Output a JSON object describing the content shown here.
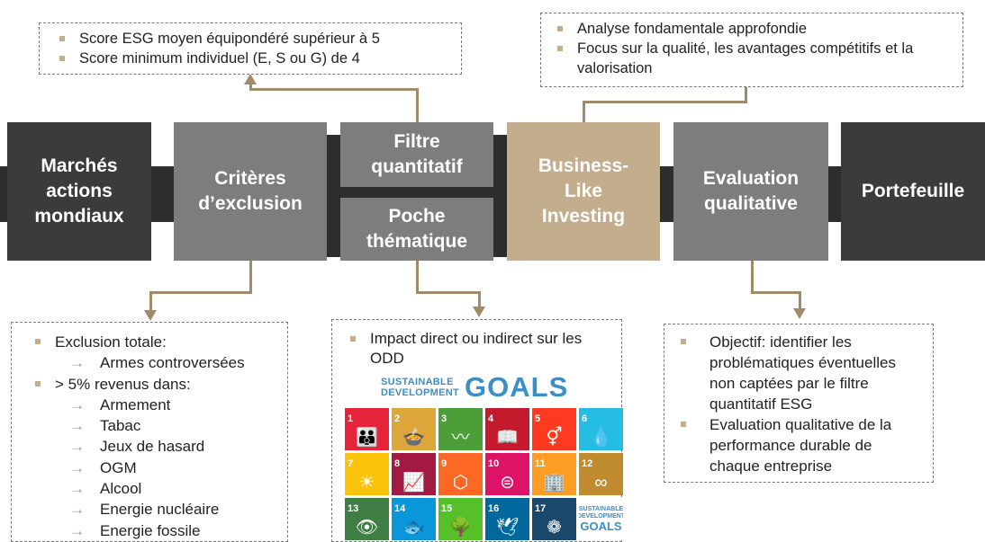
{
  "stages": {
    "markets": "Marchés\nactions\nmondiaux",
    "exclusion": "Critères\nd’exclusion",
    "filter": "Filtre\nquantitatif",
    "thematic": "Poche\nthématique",
    "business": "Business-\nLike\nInvesting",
    "qualitative": "Evaluation\nqualitative",
    "portfolio": "Portefeuille"
  },
  "esg_box": {
    "items": [
      "Score ESG moyen équipondéré supérieur à 5",
      "Score minimum individuel (E, S ou G) de 4"
    ]
  },
  "fundamental_box": {
    "items": [
      "Analyse fondamentale approfondie",
      "Focus sur la qualité, les avantages compétitifs et la valorisation"
    ]
  },
  "exclusion_box": {
    "total_label": "Exclusion totale:",
    "total_items": [
      "Armes controversées"
    ],
    "revenue_label": "> 5% revenus dans:",
    "revenue_items": [
      "Armement",
      "Tabac",
      "Jeux de hasard",
      "OGM",
      "Alcool",
      "Energie nucléaire",
      "Energie fossile"
    ]
  },
  "impact_box": {
    "text": "Impact direct ou indirect sur les ODD",
    "sdg_line1": "SUSTAINABLE",
    "sdg_line2": "DEVELOPMENT",
    "sdg_goals": "GOALS",
    "tile_logo_line1": "SUSTAINABLE",
    "tile_logo_line2": "DEVELOPMENT",
    "tile_logo_goals": "GOALS",
    "tiles": [
      {
        "n": "1",
        "glyph": "👪",
        "color": "#e5243b"
      },
      {
        "n": "2",
        "glyph": "🍲",
        "color": "#dda63a"
      },
      {
        "n": "3",
        "glyph": "〰",
        "color": "#4c9f38"
      },
      {
        "n": "4",
        "glyph": "📖",
        "color": "#c5192d"
      },
      {
        "n": "5",
        "glyph": "⚥",
        "color": "#ff3a21"
      },
      {
        "n": "6",
        "glyph": "💧",
        "color": "#26bde2"
      },
      {
        "n": "7",
        "glyph": "☀",
        "color": "#fcc30b"
      },
      {
        "n": "8",
        "glyph": "📈",
        "color": "#a21942"
      },
      {
        "n": "9",
        "glyph": "⬡",
        "color": "#fd6925"
      },
      {
        "n": "10",
        "glyph": "⊜",
        "color": "#dd1367"
      },
      {
        "n": "11",
        "glyph": "🏢",
        "color": "#fd9d24"
      },
      {
        "n": "12",
        "glyph": "∞",
        "color": "#bf8b2e"
      },
      {
        "n": "13",
        "glyph": "👁",
        "color": "#3f7e44"
      },
      {
        "n": "14",
        "glyph": "🐟",
        "color": "#0a97d9"
      },
      {
        "n": "15",
        "glyph": "🌳",
        "color": "#56c02b"
      },
      {
        "n": "16",
        "glyph": "🕊",
        "color": "#00689d"
      },
      {
        "n": "17",
        "glyph": "❁",
        "color": "#19486a"
      }
    ]
  },
  "qualitative_box": {
    "items": [
      "Objectif: identifier les problématiques éventuelles non captées par le filtre quantitatif ESG",
      "Evaluation qualitative de la performance durable de chaque entreprise"
    ]
  },
  "colors": {
    "dark": "#3b3b3b",
    "grey": "#7d7d7d",
    "tan": "#c3ad8d",
    "connector": "#a08a69",
    "bullet": "#c3ad8d"
  }
}
